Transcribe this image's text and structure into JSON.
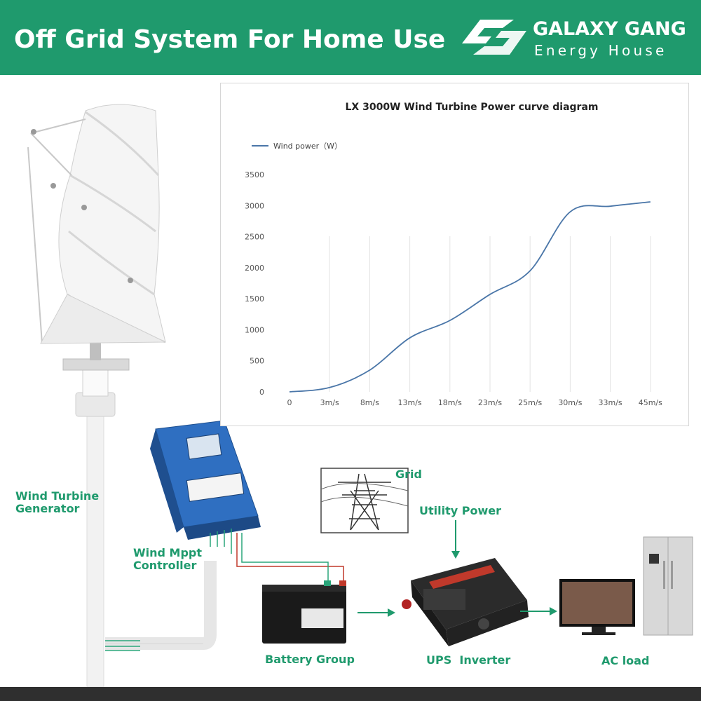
{
  "header": {
    "title": "Off Grid System For Home Use",
    "brand_name": "GALAXY GANG",
    "brand_tagline": "Energy House"
  },
  "colors": {
    "header_bg": "#1f9a6d",
    "label_green": "#1f9a6d",
    "line_color": "#4a76a8",
    "wire_red": "#c0392b"
  },
  "icons": [
    "brand-logo-icon",
    "wind-turbine-icon",
    "mppt-controller-icon",
    "battery-icon",
    "ups-inverter-icon",
    "power-tower-icon",
    "monitor-icon",
    "refrigerator-icon",
    "arrow-right-icon",
    "arrow-down-icon"
  ],
  "diagram": {
    "wind_turbine_label": [
      "Wind Turbine",
      "Generator"
    ],
    "controller_label": [
      "Wind Mppt",
      "Controller"
    ],
    "grid_label": "Grid",
    "utility_label": "Utility Power",
    "battery_label": "Battery Group",
    "inverter_label": "UPS  Inverter",
    "ac_load_label": "AC load"
  },
  "chart_data": {
    "type": "line",
    "title": "LX 3000W  Wind Turbine Power curve diagram",
    "categories": [
      "0",
      "3m/s",
      "8m/s",
      "13m/s",
      "18m/s",
      "23m/s",
      "25m/s",
      "30m/s",
      "33m/s",
      "45m/s"
    ],
    "series": [
      {
        "name": "Wind power（W）",
        "values": [
          0,
          70,
          350,
          870,
          1150,
          1570,
          1950,
          2900,
          2990,
          3060
        ]
      }
    ],
    "yticks": [
      "0",
      "500",
      "1000",
      "1500",
      "2000",
      "2500",
      "3000",
      "3500"
    ],
    "ylim": [
      0,
      3500
    ],
    "grid": "vertical",
    "legend": "top-left"
  }
}
